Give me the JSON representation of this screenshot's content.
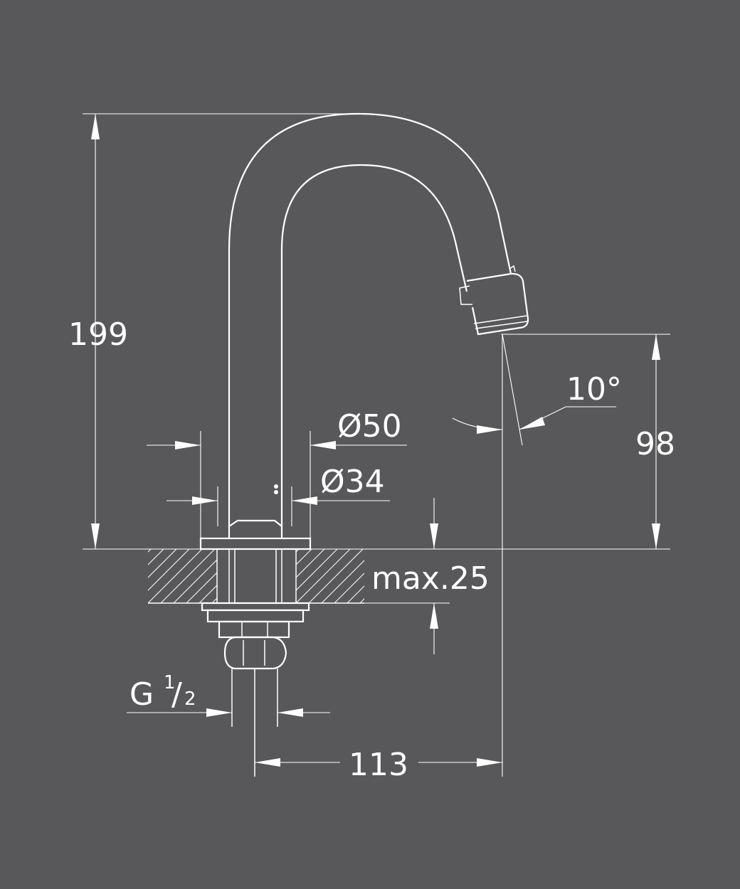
{
  "colors": {
    "background": "#58585a",
    "lines": "#ffffff"
  },
  "dimensions": {
    "total_height": "199",
    "spout_height": "98",
    "spout_angle": "10°",
    "base_diameter": "Ø50",
    "pipe_diameter": "Ø34",
    "max_thickness": "max.25",
    "thread_main": "G",
    "thread_num": "1",
    "thread_den": "2",
    "projection": "113"
  }
}
